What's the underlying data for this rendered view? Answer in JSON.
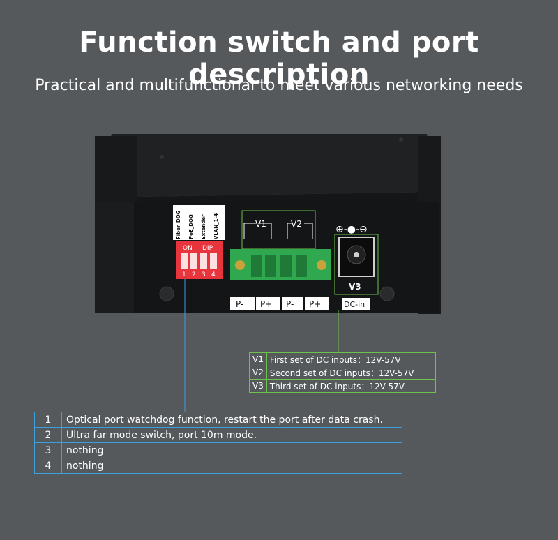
{
  "header": {
    "title": "Function switch and port description",
    "subtitle": "Practical and multifunctional to meet various networking needs"
  },
  "device": {
    "dip_labels": [
      "Fiber_DOG",
      "PoE_DOG",
      "Extender",
      "VLAN_1-4"
    ],
    "dip_on": "ON",
    "dip_brand": "DIP",
    "dip_numbers": [
      "1",
      "2",
      "3",
      "4"
    ],
    "terminal_v1": "V1",
    "terminal_v2": "V2",
    "terminal_pins": [
      "P-",
      "P+",
      "P-",
      "P+"
    ],
    "dc_label": "V3",
    "dc_in": "DC-in",
    "dc_symbol": "⊕-●-⊖"
  },
  "dc_inputs": [
    {
      "key": "V1",
      "desc": "First set of DC inputs：12V-57V"
    },
    {
      "key": "V2",
      "desc": "Second set of DC inputs：12V-57V"
    },
    {
      "key": "V3",
      "desc": "Third set of DC inputs：12V-57V"
    }
  ],
  "functions": [
    {
      "num": "1",
      "desc": "Optical port watchdog function, restart the port after data crash."
    },
    {
      "num": "2",
      "desc": "Ultra far mode switch, port 10m mode."
    },
    {
      "num": "3",
      "desc": "nothing"
    },
    {
      "num": "4",
      "desc": "nothing"
    }
  ],
  "colors": {
    "background": "#55595c",
    "dc_line": "#6cc24a",
    "function_line": "#3aa0e0",
    "dip_switch": "#e8343c",
    "terminal": "#2fa84f"
  }
}
